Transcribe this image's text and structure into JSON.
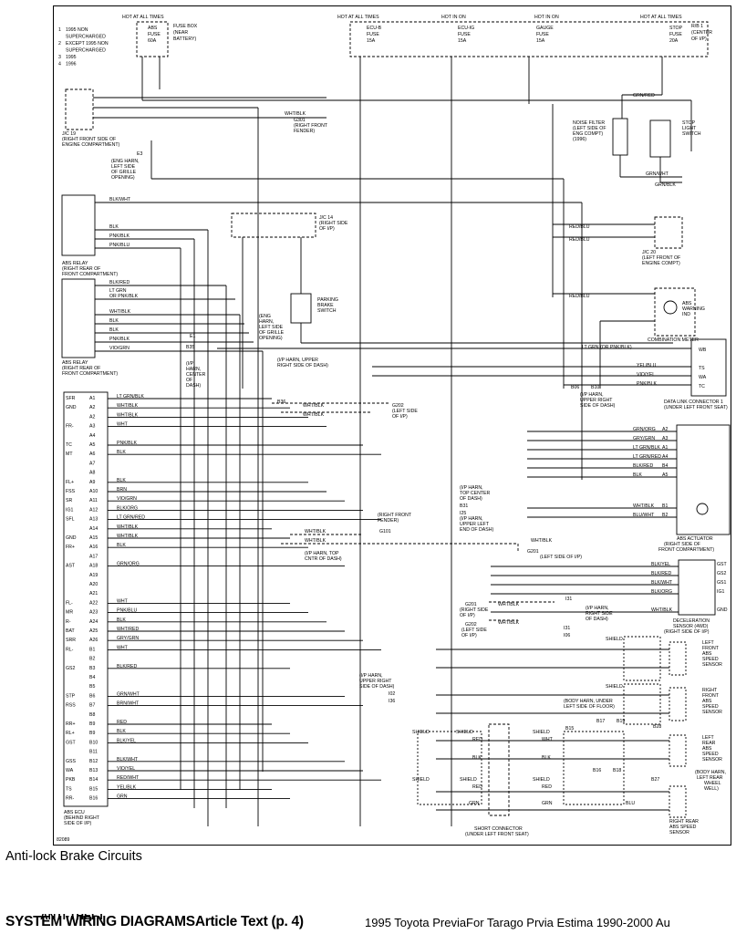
{
  "diagram": {
    "top_labels": [
      "HOT AT ALL TIMES",
      "HOT AT ALL TIMES",
      "HOT IN ON",
      "HOT IN ON",
      "HOT AT ALL TIMES"
    ],
    "fuses": [
      {
        "lines": [
          "ABS",
          "FUSE",
          "60A"
        ]
      },
      {
        "lines": [
          "ECU-B",
          "FUSE",
          "15A"
        ]
      },
      {
        "lines": [
          "ECU-IG",
          "FUSE",
          "15A"
        ]
      },
      {
        "lines": [
          "GAUGE",
          "FUSE",
          "15A"
        ]
      },
      {
        "lines": [
          "STOP",
          "FUSE",
          "20A"
        ]
      }
    ],
    "fuse_box": [
      "FUSE BOX",
      "(NEAR",
      "BATTERY)"
    ],
    "rb1": [
      "R/B 1",
      "(CENTER",
      "OF I/P)"
    ],
    "legend": [
      {
        "num": "1",
        "text": "1995 NON"
      },
      {
        "num": "",
        "text": "SUPERCHARGED"
      },
      {
        "num": "2",
        "text": "EXCEPT 1995 NON"
      },
      {
        "num": "",
        "text": "SUPERCHARGED"
      },
      {
        "num": "3",
        "text": "1995"
      },
      {
        "num": "4",
        "text": "1996"
      }
    ],
    "jc19": [
      "J/C 19",
      "(RIGHT FRONT SIDE OF",
      "ENGINE COMPARTMENT)"
    ],
    "g301": [
      "G301",
      "(RIGHT FRONT",
      "FENDER)"
    ],
    "e3": [
      "E3",
      "(ENG HARN,",
      "LEFT SIDE",
      "OF GRILLE",
      "OPENING)"
    ],
    "abs_relay_1": [
      "ABS RELAY",
      "(RIGHT REAR OF",
      "FRONT COMPARTMENT)"
    ],
    "abs_relay_2": [
      "ABS RELAY",
      "(RIGHT REAR OF",
      "FRONT COMPARTMENT)"
    ],
    "relay1_wires": [
      "BLK/WHT",
      "BLK",
      "PNK/BLK",
      "PNK/BLU"
    ],
    "relay2_wires": [
      "BLK/RED",
      "LT GRN",
      "OR PNK/BLK",
      "WHT/BLK",
      "BLK",
      "BLK",
      "PNK/BLK",
      "VIO/GRN"
    ],
    "jc14": [
      "J/C 14",
      "(RIGHT SIDE",
      "OF I/P)"
    ],
    "parking_brake": [
      "PARKING",
      "BRAKE",
      "SWITCH"
    ],
    "e1": [
      "E1",
      "(ENG",
      "HARN,",
      "LEFT SIDE",
      "OF GRILLE",
      "OPENING)"
    ],
    "b35": [
      "B35",
      "(I/P",
      "HARN,",
      "CENTER",
      "OF",
      "DASH)"
    ],
    "noise_filter": [
      "NOISE FILTER",
      "(LEFT SIDE OF",
      "ENG COMPT)",
      "(1996)"
    ],
    "stop_light": [
      "STOP",
      "LIGHT",
      "SWITCH"
    ],
    "jc20": [
      "J/C 20",
      "(LEFT FRONT OF",
      "ENGINE COMPT)"
    ],
    "warning_ind": [
      "ABS",
      "WARNING",
      "IND"
    ],
    "combination_meter": "COMBINATION METER",
    "dlc": [
      "DATA LINK CONNECTOR 1",
      "(UNDER LEFT FRONT SEAT)"
    ],
    "dlc_pins": [
      "WB",
      "TS",
      "WA",
      "TC"
    ],
    "dlc_wires": [
      "LT GRN (OR PNK/BLK)",
      "YEL/BLU",
      "VIO/YEL",
      "PNK/BLK"
    ],
    "b06": [
      "B06",
      "B10",
      "(I/P HARN,",
      "UPPER RIGHT",
      "SIDE OF DASH)"
    ],
    "b36": [
      "(I/P HARN, UPPER",
      "RIGHT SIDE OF DASH)",
      "B36"
    ],
    "g202": [
      "G202",
      "(LEFT SIDE",
      "OF I/P)"
    ],
    "ecu_pins_a": [
      "SFR",
      "GND",
      "FR-",
      "TC",
      "MT",
      "FL+",
      "FSS",
      "SR",
      "IG1",
      "SFL",
      "GND",
      "FR+",
      "AST",
      "FL-",
      "MR",
      "R-",
      "BAT",
      "SRR"
    ],
    "ecu_rows": [
      {
        "pin": "A1",
        "wire": "LT GRN/BLK"
      },
      {
        "pin": "A2",
        "wire": "WHT/BLK"
      },
      {
        "pin": "A2",
        "wire": "WHT/BLK"
      },
      {
        "pin": "A3",
        "wire": "WHT"
      },
      {
        "pin": "A4",
        "wire": ""
      },
      {
        "pin": "A5",
        "wire": "PNK/BLK"
      },
      {
        "pin": "A6",
        "wire": "BLK"
      },
      {
        "pin": "A7",
        "wire": ""
      },
      {
        "pin": "A8",
        "wire": ""
      },
      {
        "pin": "A9",
        "wire": "BLK"
      },
      {
        "pin": "A10",
        "wire": "BRN"
      },
      {
        "pin": "A11",
        "wire": "VIO/GRN"
      },
      {
        "pin": "A12",
        "wire": "BLK/ORG"
      },
      {
        "pin": "A13",
        "wire": "LT GRN/RED"
      },
      {
        "pin": "A14",
        "wire": "WHT/BLK"
      },
      {
        "pin": "A15",
        "wire": "WHT/BLK"
      },
      {
        "pin": "A16",
        "wire": "BLK"
      },
      {
        "pin": "A17",
        "wire": ""
      },
      {
        "pin": "A18",
        "wire": "GRN/ORG"
      },
      {
        "pin": "A19",
        "wire": ""
      },
      {
        "pin": "A20",
        "wire": ""
      },
      {
        "pin": "A21",
        "wire": ""
      },
      {
        "pin": "A22",
        "wire": "WHT"
      },
      {
        "pin": "A23",
        "wire": "PNK/BLU"
      },
      {
        "pin": "A24",
        "wire": "BLK"
      },
      {
        "pin": "A25",
        "wire": "WHT/RED"
      },
      {
        "pin": "A26",
        "wire": "GRY/GRN"
      },
      {
        "pin": "B1",
        "wire": "WHT"
      },
      {
        "pin": "B2",
        "wire": ""
      },
      {
        "pin": "B3",
        "wire": "BLK/RED"
      },
      {
        "pin": "B4",
        "wire": ""
      },
      {
        "pin": "B5",
        "wire": ""
      },
      {
        "pin": "B6",
        "wire": "GRN/WHT"
      },
      {
        "pin": "B7",
        "wire": "BRN/WHT"
      },
      {
        "pin": "B8",
        "wire": ""
      },
      {
        "pin": "B9",
        "wire": "RED"
      },
      {
        "pin": "B9",
        "wire": "BLK"
      },
      {
        "pin": "B10",
        "wire": "BLK/YEL"
      },
      {
        "pin": "B11",
        "wire": ""
      },
      {
        "pin": "B12",
        "wire": "BLK/WHT"
      },
      {
        "pin": "B13",
        "wire": "VIO/YEL"
      },
      {
        "pin": "B14",
        "wire": "RED/WHT"
      },
      {
        "pin": "B15",
        "wire": "YEL/BLK"
      },
      {
        "pin": "B16",
        "wire": "GRN"
      }
    ],
    "ecu_pins_b": [
      "RL-",
      "GS2",
      "STP",
      "RSS",
      "RR+",
      "RL+",
      "GST",
      "GSS",
      "WA",
      "PKB",
      "TS",
      "RR-"
    ],
    "abs_ecu": [
      "ABS ECU",
      "(BEHIND RIGHT",
      "SIDE OF I/P)"
    ],
    "actuator_wires": [
      "GRN/ORG",
      "GRY/GRN",
      "LT GRN/BLK",
      "LT GRN/RED",
      "BLK/RED",
      "BLK",
      "WHT/BLK",
      "BLU/WHT"
    ],
    "actuator_pins": [
      "A2",
      "A3",
      "A1",
      "A4",
      "B4",
      "A5",
      "B1",
      "B2"
    ],
    "abs_actuator": [
      "ABS ACTUATOR",
      "(RIGHT SIDE OF",
      "FRONT COMPARTMENT)"
    ],
    "b31": [
      "(I/P HARN,",
      "TOP CENTER",
      "OF DASH)",
      "B31",
      "I25",
      "(I/P HARN,",
      "UPPER LEFT",
      "END OF DASH)"
    ],
    "g101": [
      "(RIGHT FRONT",
      "FENDER)",
      "G101"
    ],
    "g201": [
      "G201",
      "(LEFT SIDE OF I/P)"
    ],
    "ip_harn_top": [
      "(I/P HARN, TOP",
      "CNTR OF DASH)"
    ],
    "decel_wires": [
      "BLK/YEL",
      "BLK/RED",
      "BLK/WHT",
      "BLK/ORG",
      "WHT/BLK"
    ],
    "decel_pins": [
      "GST",
      "GS2",
      "GS1",
      "IG1",
      "GND"
    ],
    "decel_sensor": [
      "DECELERATION",
      "SENSOR (4WD)",
      "(RIGHT SIDE OF I/P)"
    ],
    "g201b": [
      "G201",
      "(RIGHT SIDE",
      "OF I/P)"
    ],
    "g202b": [
      "G202",
      "(LEFT SIDE",
      "OF I/P)"
    ],
    "i31": [
      "I31",
      "(I/P HARN,",
      "RIGHT SIDE",
      "OF DASH)",
      "I31",
      "I06"
    ],
    "shield": "SHIELD",
    "lf_sensor": [
      "LEFT",
      "FRONT",
      "ABS",
      "SPEED",
      "SENSOR"
    ],
    "rf_sensor": [
      "RIGHT",
      "FRONT",
      "ABS",
      "SPEED",
      "SENSOR"
    ],
    "lr_sensor": [
      "LEFT",
      "REAR",
      "ABS",
      "SPEED",
      "SENSOR"
    ],
    "rr_sensor": [
      "RIGHT REAR",
      "ABS SPEED",
      "SENSOR"
    ],
    "body_harn_1": [
      "(BODY HARN, UNDER",
      "LEFT SIDE OF FLOOR)"
    ],
    "body_harn_2": [
      "(BODY HARN,",
      "LEFT REAR",
      "WHEEL",
      "WELL)"
    ],
    "ip_harn_upper": [
      "(I/P HARN,",
      "UPPER RIGHT",
      "SIDE OF DASH)",
      "I02",
      "I36"
    ],
    "short_connector": [
      "SHORT CONNECTOR",
      "(UNDER LEFT FRONT SEAT)"
    ],
    "splices": [
      "B15",
      "B17",
      "B19",
      "B28",
      "B16",
      "B18",
      "B27"
    ],
    "diagram_id": "82089",
    "wire_colors": {
      "blk": "BLK",
      "wht": "WHT",
      "red": "RED",
      "brn": "BRN",
      "blu": "BLU",
      "grn": "GRN",
      "ltgrnblk": "LT GRN/BLK",
      "whtblk": "WHT/BLK",
      "redblu": "RED/BLU",
      "blkorg": "BLK/ORG",
      "grnwht": "GRN/WHT",
      "grnred": "GRN/RED",
      "grnblk": "GRN/BLK"
    },
    "stroke_color": "#000000"
  },
  "caption": "Anti-lock Brake Circuits",
  "footer": {
    "overlay": "ANTI-THEFT",
    "heading": "SYSTEM WIRING DIAGRAMSArticle Text (p. 4)",
    "tail": "1995 Toyota PreviaFor Tarago Prvia Estima 1990-2000   Au"
  }
}
